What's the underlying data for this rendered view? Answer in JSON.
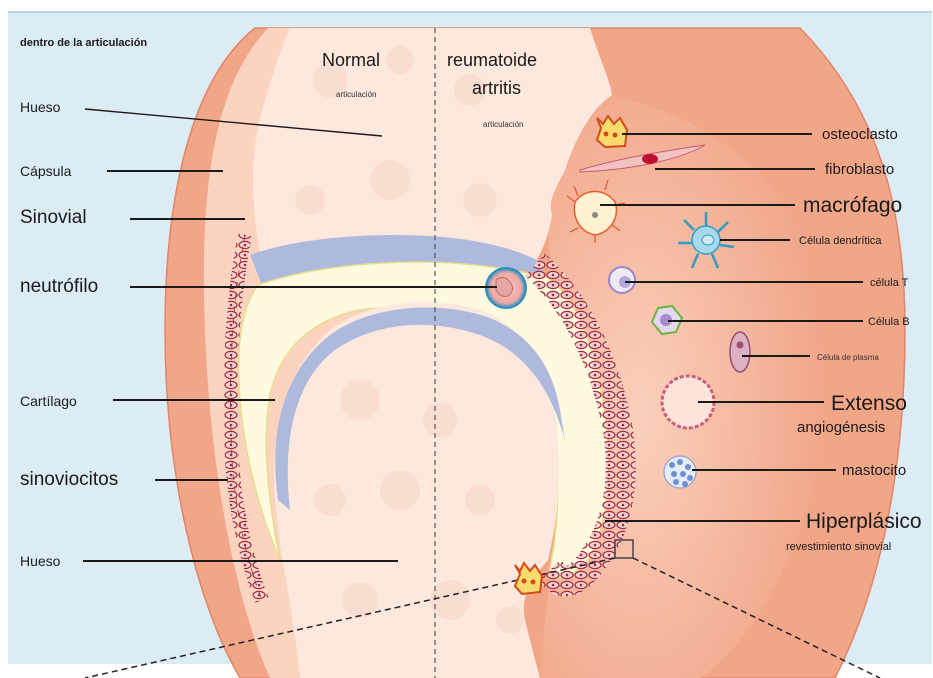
{
  "corner_label": "dentro de la articulación",
  "titles": {
    "normal": "Normal",
    "normal_sub": "articulación",
    "ra_line1": "reumatoide",
    "ra_line2": "artritis",
    "ra_sub": "articulación"
  },
  "left_labels": {
    "hueso_top": "Hueso",
    "capsula": "Cápsula",
    "sinovial": "Sinovial",
    "neutrofilo": "neutrófilo",
    "cartilago": "Cartílago",
    "sinoviocitos": "sinoviocitos",
    "hueso_bottom": "Hueso"
  },
  "right_labels": {
    "osteoclasto": "osteoclasto",
    "fibroblasto": "fibroblasto",
    "macrofago": "macrófago",
    "dendritica": "Célula dendrítica",
    "celula_t": "célula T",
    "celula_b": "Célula B",
    "plasma": "Célula de plasma",
    "extenso": "Extenso",
    "angiogenesis": "angiogénesis",
    "mastocito": "mastocito",
    "hiperplasico": "Hiperplásico",
    "revestimiento": "revestimiento sinovial"
  },
  "colors": {
    "background": "#dcecf5",
    "capsule": "#f2a688",
    "synovium": "#fbd3bf",
    "bone": "#fde8dd",
    "cartilage": "#aeb9de",
    "fluid": "#fff9df",
    "ra_tissue": "#f3b196"
  }
}
